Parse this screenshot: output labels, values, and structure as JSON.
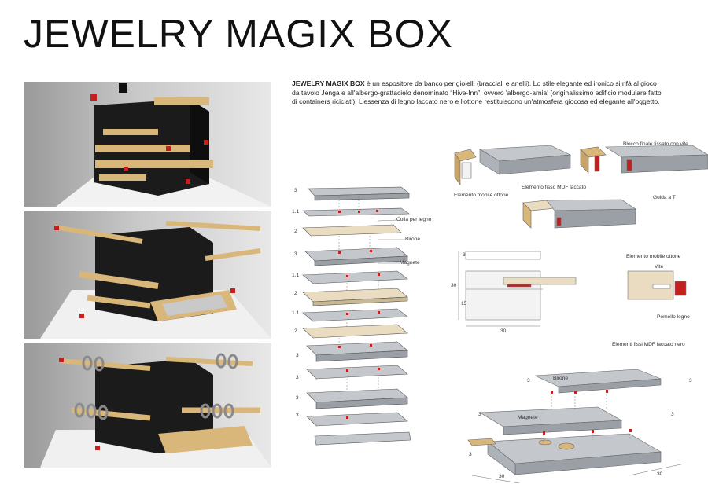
{
  "title": "JEWELRY MAGIX BOX",
  "description": {
    "lead": "JEWELRY MAGIX BOX",
    "body": " è un espositore da banco per gioielli (bracciali e anelli). Lo stile elegante ed ironico si rifà al gioco da tavolo Jenga e all'albergo-grattacielo denominato “Hive-Inn”, ovvero 'albergo-arnia' (originalissimo edificio modulare fatto di containers riciclati). L'essenza di legno laccato nero e l'ottone restituiscono un'atmosfera giocosa ed elegante all'oggetto."
  },
  "exploded_labels": {
    "colla": "Colla per legno",
    "birone": "Birone",
    "magnete": "Magnete",
    "dims": [
      "3",
      "1.1",
      "2",
      "3",
      "1.1",
      "2",
      "1.1",
      "2",
      "3",
      "3",
      "3",
      "3"
    ]
  },
  "detail_labels": {
    "elemento_mobile": "Elemento mobile ottone",
    "elemento_fisso": "Elemento fisso MDF laccato",
    "blocco_finale": "Blocco finale fissato con vite",
    "guida": "Guida a T"
  },
  "section_labels": {
    "dim_30_v": "30",
    "dim_3": "3",
    "dim_15": "15",
    "dim_30_h": "30",
    "elemento_mobile": "Elemento mobile ottone",
    "vite": "Vite",
    "pomello": "Pomello legno"
  },
  "assembly_labels": {
    "elementi_fissi": "Elementi fissi MDF laccato nero",
    "birone": "Birone",
    "magnete": "Magnete",
    "dim_3a": "3",
    "dim_3b": "3",
    "dim_3c": "3",
    "dim_3d": "3",
    "dim_3e": "3",
    "dim_30a": "30",
    "dim_30b": "30"
  },
  "colors": {
    "wood_black": "#1b1b1b",
    "brass": "#d9b67a",
    "red_knob": "#c41f1f",
    "mdf_gray": "#b9bec4",
    "mdf_dark": "#8e949b"
  }
}
